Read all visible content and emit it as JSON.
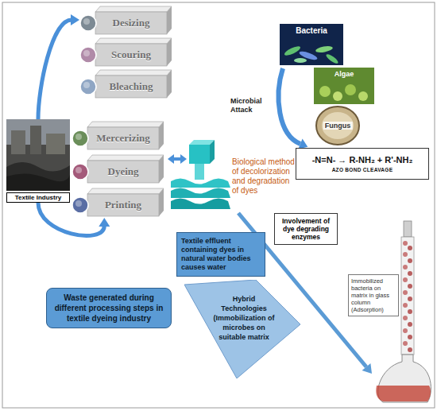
{
  "diagram": {
    "nodes": [
      {
        "text": [
          "Desizing"
        ]
      },
      {
        "text": [
          "Scouring"
        ]
      },
      {
        "text": [
          "Bleaching"
        ]
      },
      {
        "text": [
          "Textile Industry"
        ]
      },
      {
        "text": [
          "Mercerizing"
        ]
      },
      {
        "text": [
          "Dyeing"
        ]
      },
      {
        "text": [
          "Printing"
        ]
      },
      {
        "text": [
          "Textile effluent containing dyes in natural water bodies causes water"
        ]
      },
      {
        "text": [
          "Waste generated during different processing steps in textile dyeing industry"
        ]
      },
      {
        "text": [
          "Bacteria"
        ]
      },
      {
        "text": [
          "Algae"
        ]
      },
      {
        "text": [
          "Fungus"
        ]
      },
      {
        "text": [
          "-N=N- → R-NH₂ + R'-NH₂",
          "AZO BOND CLEAVAGE"
        ]
      },
      {
        "text": [
          "Involvement of dye degrading enzymes"
        ]
      },
      {
        "text": [
          "Hybrid Technologies (Immobilization of microbes on suitable matrix"
        ]
      },
      {
        "text": [
          "Immobilized bacteria on matrix in glass column (Adsorption)"
        ]
      }
    ],
    "edges": [
      {
        "from": 3,
        "to": 0,
        "arrow": "to"
      },
      {
        "from": 3,
        "to": 6,
        "arrow": "to"
      }
    ],
    "labels": [
      "Biological method of decolorization and degradation of dyes",
      "Microbial Attack"
    ]
  }
}
